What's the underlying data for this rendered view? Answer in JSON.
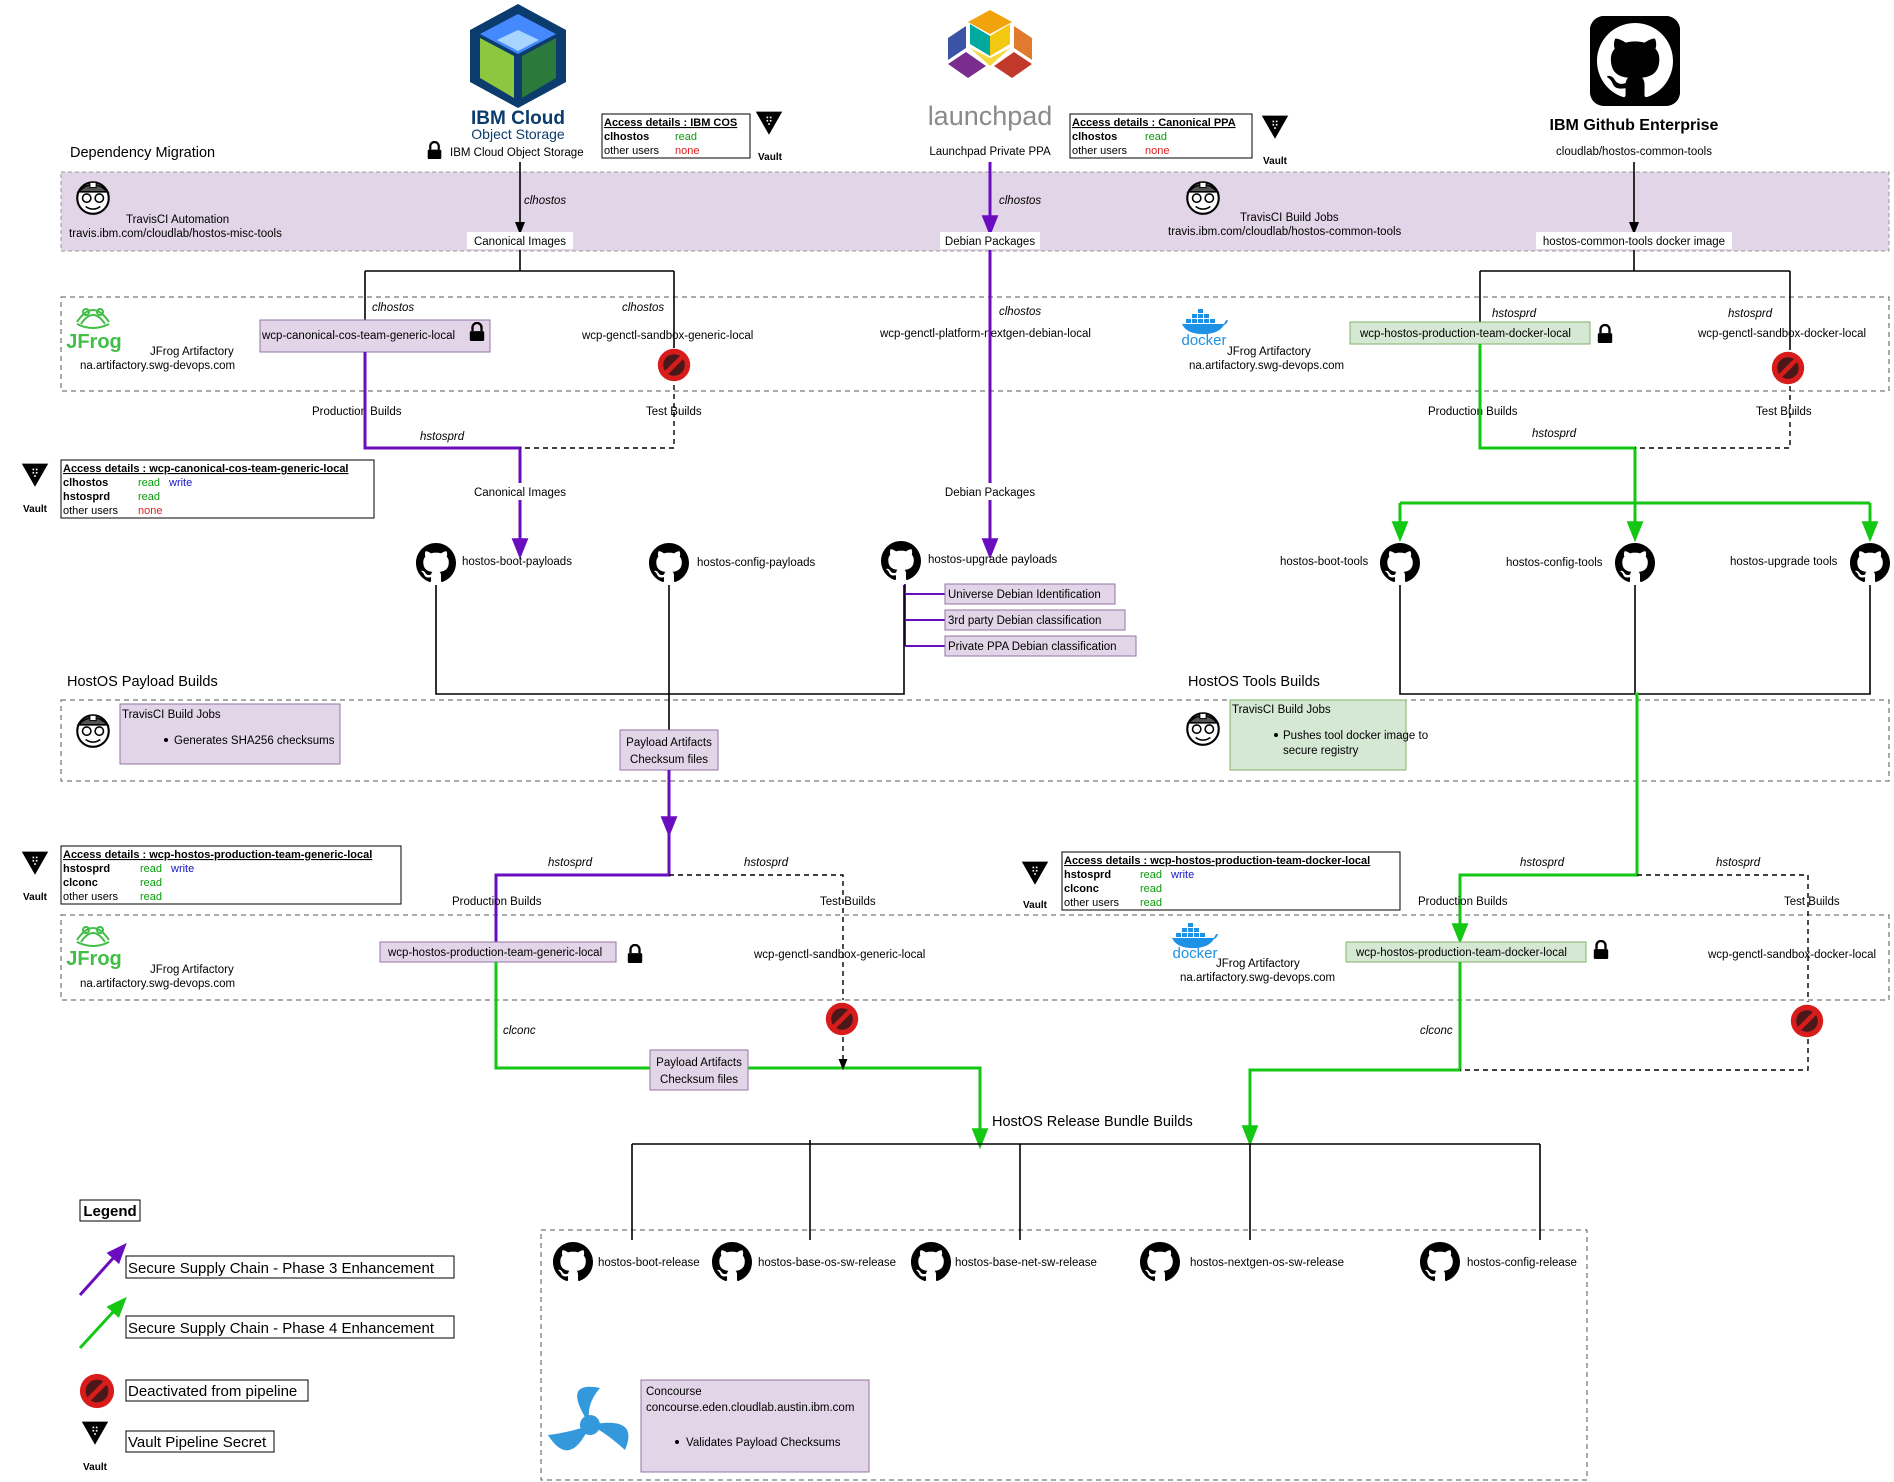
{
  "sources": {
    "ibm_cos": {
      "title": "IBM Cloud",
      "subtitle": "Object Storage",
      "label": "IBM Cloud Object Storage"
    },
    "launchpad": {
      "title": "launchpad",
      "label": "Launchpad Private PPA"
    },
    "github": {
      "title": "IBM Github Enterprise",
      "label": "cloudlab/hostos-common-tools"
    }
  },
  "access_cos": {
    "title": "Access details : IBM COS",
    "rows": [
      {
        "user": "clhostos",
        "perms": [
          "read"
        ]
      },
      {
        "user": "other users",
        "perms": [
          "none"
        ]
      }
    ]
  },
  "access_ppa": {
    "title": "Access details : Canonical PPA",
    "rows": [
      {
        "user": "clhostos",
        "perms": [
          "read"
        ]
      },
      {
        "user": "other users",
        "perms": [
          "none"
        ]
      }
    ]
  },
  "access_generic": {
    "title": "Access details : wcp-canonical-cos-team-generic-local",
    "rows": [
      {
        "user": "clhostos",
        "perms": [
          "read",
          "write"
        ]
      },
      {
        "user": "hstosprd",
        "perms": [
          "read"
        ]
      },
      {
        "user": "other users",
        "perms": [
          "none"
        ]
      }
    ]
  },
  "access_prod_generic": {
    "title": "Access details : wcp-hostos-production-team-generic-local",
    "rows": [
      {
        "user": "hstosprd",
        "perms": [
          "read",
          "write"
        ]
      },
      {
        "user": "clconc",
        "perms": [
          "read"
        ]
      },
      {
        "user": "other users",
        "perms": [
          "read"
        ]
      }
    ]
  },
  "access_prod_docker": {
    "title": "Access details : wcp-hostos-production-team-docker-local",
    "rows": [
      {
        "user": "hstosprd",
        "perms": [
          "read",
          "write"
        ]
      },
      {
        "user": "clconc",
        "perms": [
          "read"
        ]
      },
      {
        "user": "other users",
        "perms": [
          "read"
        ]
      }
    ]
  },
  "perm_words": {
    "read": "read",
    "write": "write",
    "none": "none"
  },
  "sections": {
    "dependency": "Dependency Migration",
    "payload": "HostOS Payload Builds",
    "tools": "HostOS Tools Builds",
    "release": "HostOS Release Bundle Builds"
  },
  "travis": {
    "automation_title": "TravisCI Automation",
    "automation_url": "travis.ibm.com/cloudlab/hostos-misc-tools",
    "common_title": "TravisCI Build Jobs",
    "common_url": "travis.ibm.com/cloudlab/hostos-common-tools",
    "payload_title": "TravisCI Build Jobs",
    "payload_bullet": "Generates SHA256 checksums",
    "tools_title": "TravisCI Build Jobs",
    "tools_bullet_1": "Pushes tool docker image to",
    "tools_bullet_2": "secure registry"
  },
  "labels": {
    "clhostos": "clhostos",
    "hstosprd": "hstosprd",
    "clconc": "clconc",
    "canonical_images": "Canonical Images",
    "debian_packages": "Debian Packages",
    "docker_image": "hostos-common-tools docker image",
    "production_builds": "Production Builds",
    "test_builds": "Test Builds",
    "jfrog": "JFrog Artifactory",
    "artifactory_url": "na.artifactory.swg-devops.com",
    "jfrog_logo": "JFrog",
    "docker_logo": "docker",
    "vault": "Vault",
    "payload_artifacts": "Payload Artifacts",
    "checksum_files": "Checksum files",
    "universe_id": "Universe Debian Identification",
    "third_party": "3rd party Debian classification",
    "private_ppa": "Private PPA Debian classification"
  },
  "repos": {
    "cos_generic": "wcp-canonical-cos-team-generic-local",
    "sandbox_generic": "wcp-genctl-sandbox-generic-local",
    "platform_debian": "wcp-genctl-platform-nextgen-debian-local",
    "prod_docker": "wcp-hostos-production-team-docker-local",
    "sandbox_docker": "wcp-genctl-sandbox-docker-local",
    "prod_generic": "wcp-hostos-production-team-generic-local"
  },
  "payload_repos": [
    "hostos-boot-payloads",
    "hostos-config-payloads",
    "hostos-upgrade payloads"
  ],
  "tool_repos": [
    "hostos-boot-tools",
    "hostos-config-tools",
    "hostos-upgrade tools"
  ],
  "release_repos": [
    "hostos-boot-release",
    "hostos-base-os-sw-release",
    "hostos-base-net-sw-release",
    "hostos-nextgen-os-sw-release",
    "hostos-config-release"
  ],
  "concourse": {
    "title": "Concourse",
    "url": "concourse.eden.cloudlab.austin.ibm.com",
    "bullet": "Validates Payload Checksums"
  },
  "legend": {
    "title": "Legend",
    "phase3": "Secure Supply Chain - Phase 3 Enhancement",
    "phase4": "Secure Supply Chain - Phase 4 Enhancement",
    "deactivated": "Deactivated from pipeline",
    "vault": "Vault Pipeline Secret"
  },
  "colors": {
    "phase3": "#6a0dbf",
    "phase4": "#13c713",
    "purple_fill": "#e2d5e7",
    "green_fill": "#d5e8d4",
    "deactivated": "#d81c1c",
    "ibm_green": "#8dc63f",
    "ibm_blue": "#4589ff"
  }
}
